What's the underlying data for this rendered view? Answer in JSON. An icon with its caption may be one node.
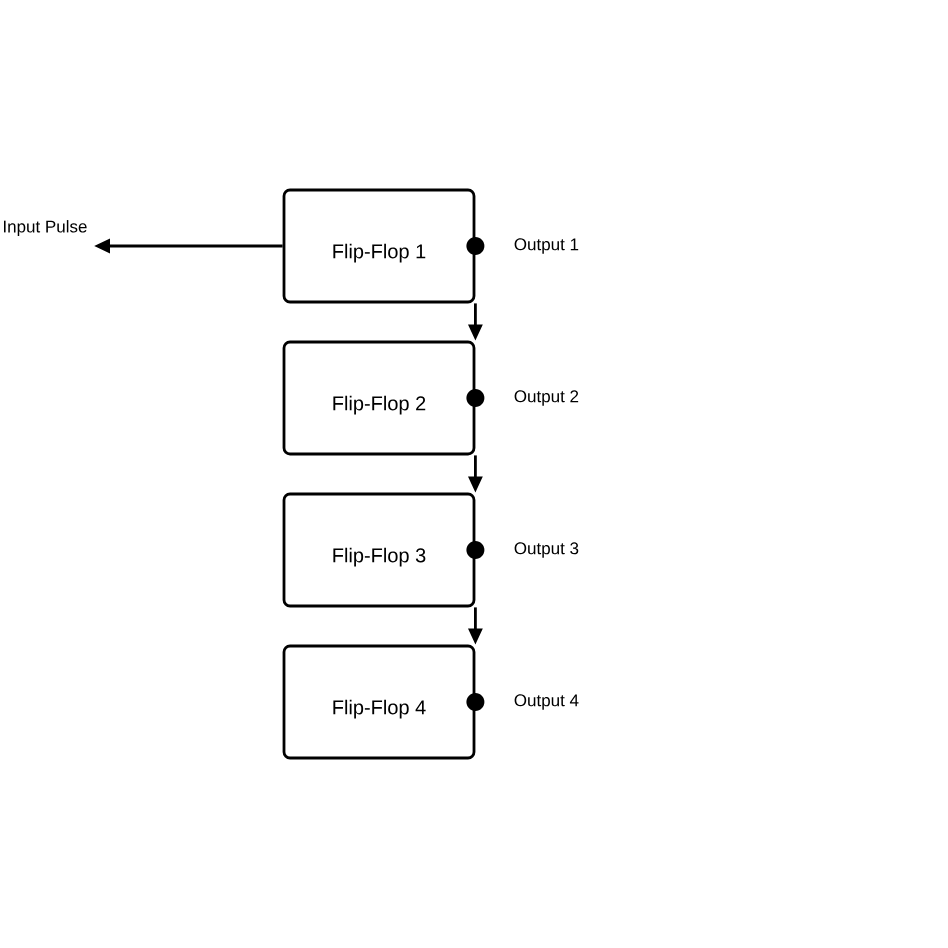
{
  "diagram": {
    "nodes": [
      {
        "text": [
          "Flip-Flop 1"
        ],
        "beside": [
          "Output 1"
        ]
      },
      {
        "text": [
          "Flip-Flop 2"
        ],
        "beside": [
          "Output 2"
        ]
      },
      {
        "text": [
          "Flip-Flop 3"
        ],
        "beside": [
          "Output 3"
        ]
      },
      {
        "text": [
          "Flip-Flop 4"
        ],
        "beside": [
          "Output 4"
        ]
      },
      {
        "text": [
          "Input Pulse"
        ]
      }
    ],
    "edges": [
      {
        "from": 0,
        "to": 4,
        "arrow": "to"
      },
      {
        "from": 0,
        "to": 1,
        "arrow": "to"
      },
      {
        "from": 1,
        "to": 2,
        "arrow": "to"
      },
      {
        "from": 2,
        "to": 3,
        "arrow": "to"
      }
    ]
  }
}
